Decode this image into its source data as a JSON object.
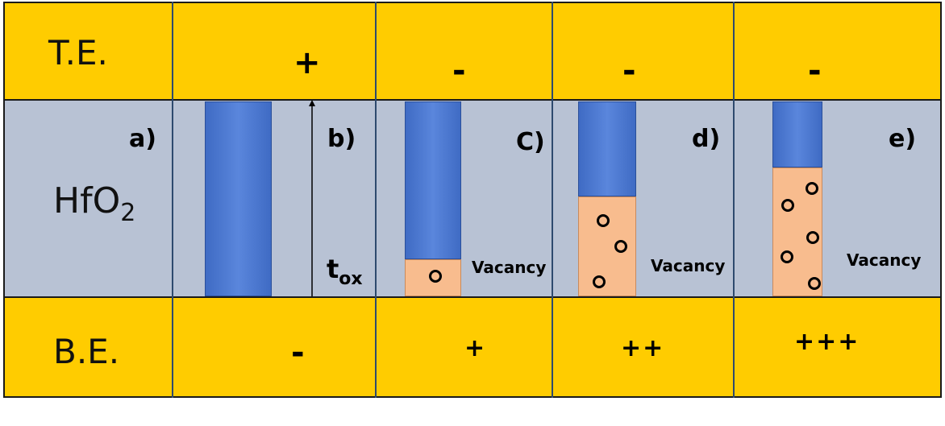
{
  "rows": {
    "top_label": "T.E.",
    "bottom_label": "B.E.",
    "oxide_label": "HfO",
    "oxide_subscript": "2"
  },
  "columns": [
    {
      "top_sign": "+",
      "bottom_sign": "-",
      "panel": "b)"
    },
    {
      "top_sign": "-",
      "bottom_sign": "+",
      "panel": "C)",
      "vacancy_label": "Vacancy"
    },
    {
      "top_sign": "-",
      "bottom_sign": "++",
      "panel": "d)",
      "vacancy_label": "Vacancy"
    },
    {
      "top_sign": "-",
      "bottom_sign": "+++",
      "panel": "e)",
      "vacancy_label": "Vacancy"
    }
  ],
  "panel_a": "a)",
  "thickness_label": "t",
  "thickness_subscript": "ox",
  "colors": {
    "electrode": "#FFCC00",
    "oxide": "#B8C2D4",
    "filament": "#4F7AD4",
    "vacancy_region": "#F8BC8E"
  }
}
